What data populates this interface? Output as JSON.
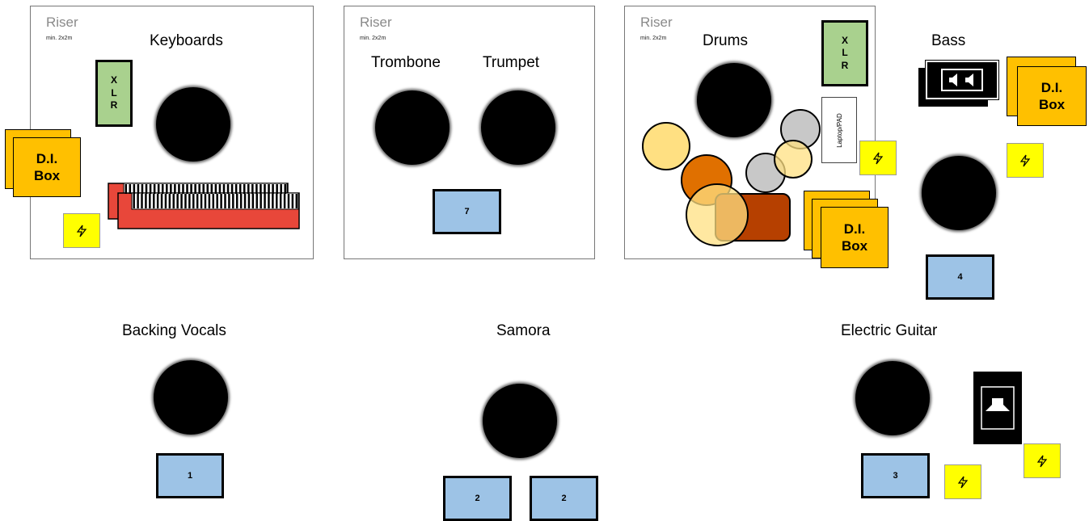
{
  "riser": {
    "label": "Riser",
    "sublabel": "min. 2x2m"
  },
  "instruments": {
    "keyboards": "Keyboards",
    "trombone": "Trombone",
    "trumpet": "Trumpet",
    "drums": "Drums",
    "bass": "Bass",
    "backing_vocals": "Backing Vocals",
    "samora": "Samora",
    "electric_guitar": "Electric Guitar"
  },
  "xlr": {
    "x": "X",
    "l": "L",
    "r": "R"
  },
  "di_box": {
    "line1": "D.I.",
    "line2": "Box"
  },
  "laptop_label": "Laptop/PAD",
  "monitors": {
    "horns": "7",
    "bass": "4",
    "backing_vocals": "1",
    "samora_left": "2",
    "samora_right": "2",
    "guitar": "3"
  },
  "icons": {
    "power": "power-outlet-icon",
    "mic": "microphone-stand-icon",
    "xlr": "xlr-connector-icon",
    "di": "di-box-icon",
    "monitor": "wedge-monitor-icon",
    "keyboard": "keyboard-icon",
    "cymbal": "cymbal-icon",
    "bass_amp": "bass-amp-icon",
    "guitar_amp": "guitar-amp-icon",
    "laptop": "laptop-icon"
  },
  "colors": {
    "di_box": "#ffc000",
    "xlr": "#a9d18e",
    "monitor": "#9dc3e6",
    "power": "#ffff00",
    "keyboard": "#e8473a",
    "cymbal_light": "#ffe082",
    "cymbal_gray": "#c8c8c8",
    "drum_orange": "#e07000",
    "drum_brown": "#b64000"
  }
}
